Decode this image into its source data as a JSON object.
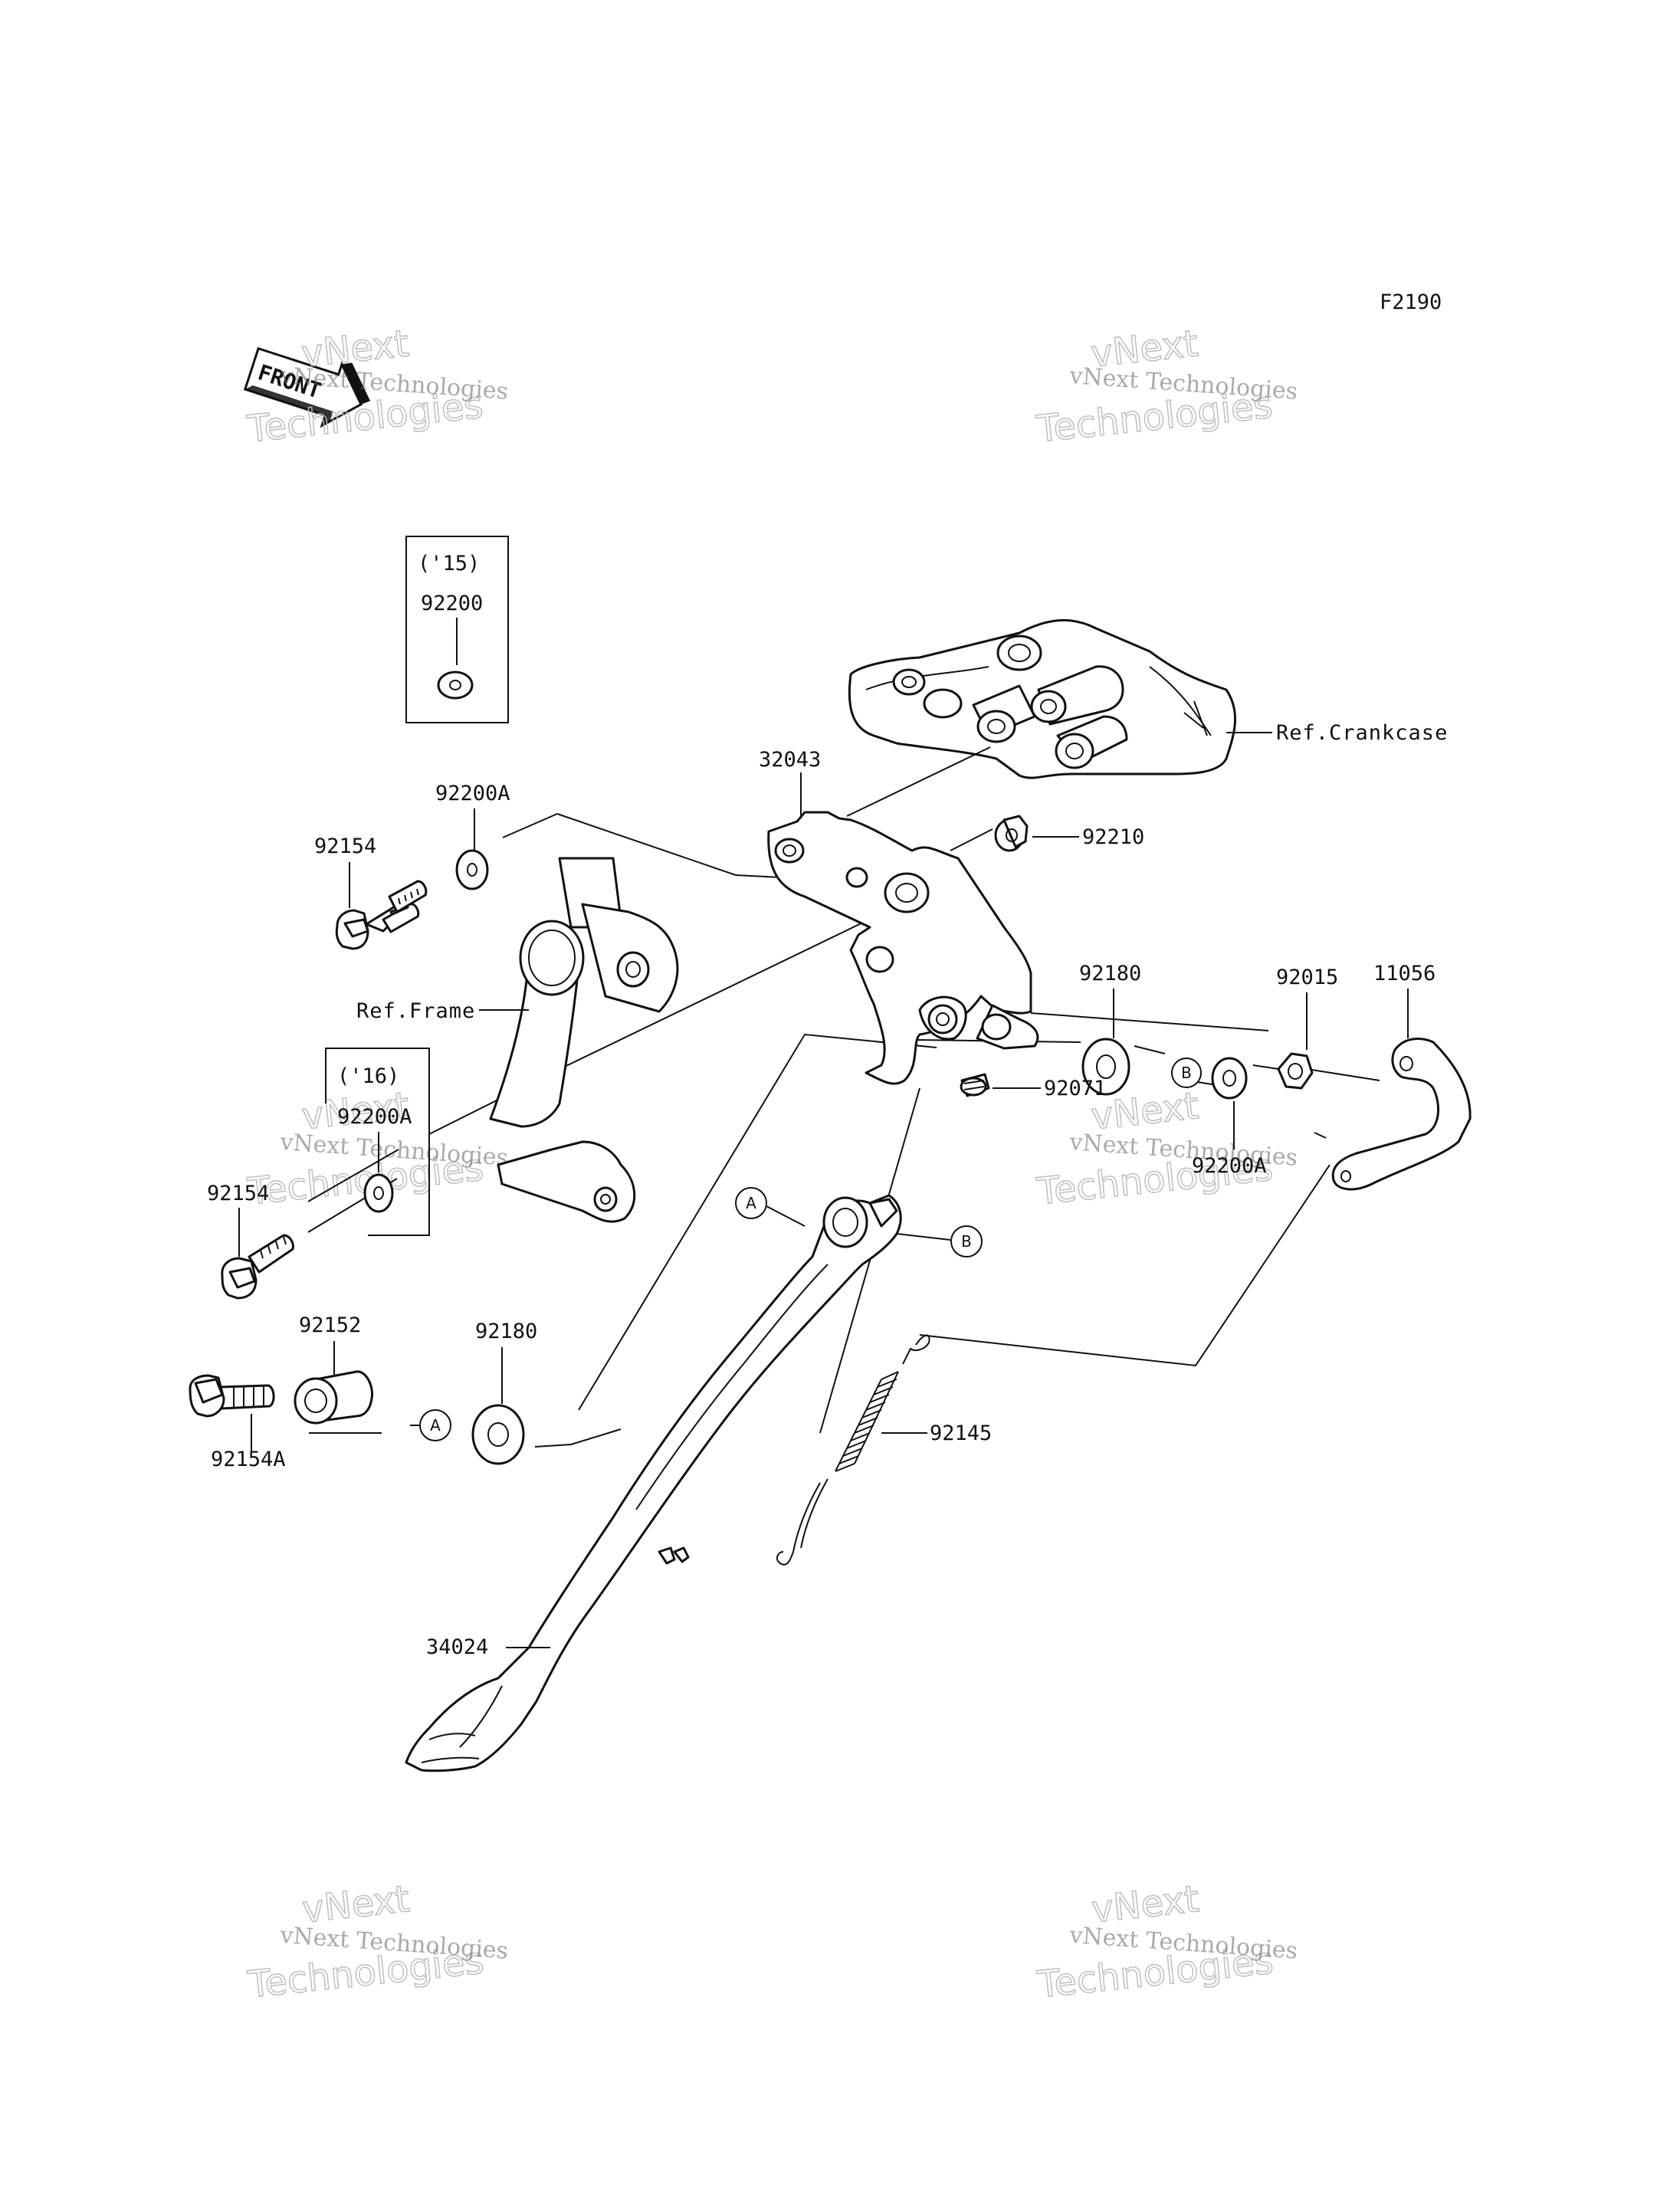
{
  "diagram": {
    "figure_code": "F2190",
    "front_marker": "FRONT",
    "references": {
      "crankcase": "Ref.Crankcase",
      "frame": "Ref.Frame"
    },
    "variants": {
      "y15": {
        "year": "('15)",
        "part": "92200"
      },
      "y16": {
        "year": "('16)",
        "part": "92200A"
      }
    },
    "callout_marks": {
      "a": "A",
      "b": "B"
    },
    "parts": {
      "bracket": "32043",
      "washer_upper": "92200A",
      "bolt_upper": "92154",
      "bolt_lower": "92154",
      "nut_flange": "92210",
      "washer_right": "92180",
      "nut": "92015",
      "spring_plate": "11056",
      "washer_b": "92200A",
      "grommet": "92071",
      "collar": "92152",
      "washer_left": "92180",
      "bolt_a": "92154A",
      "spring": "92145",
      "side_stand": "34024"
    },
    "watermark": {
      "line1": "vNext Technologies",
      "line2a": "vNext",
      "line2b": "Technologies"
    }
  }
}
